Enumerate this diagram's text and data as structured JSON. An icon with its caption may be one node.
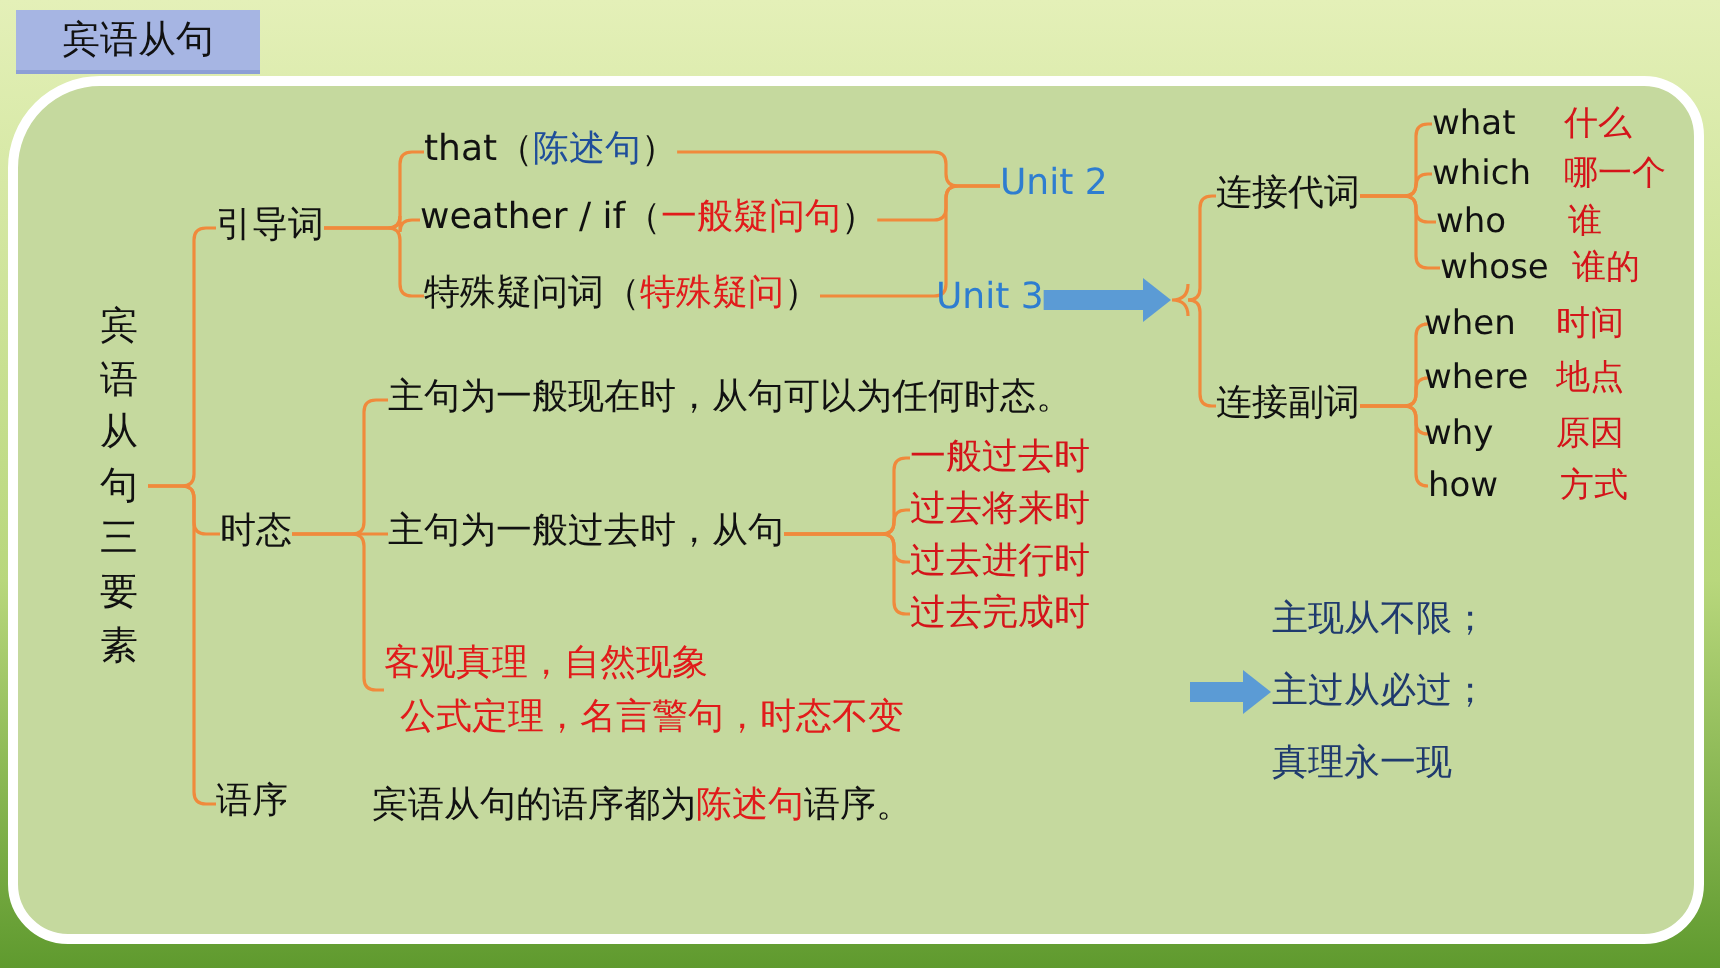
{
  "diagram": {
    "title": "宾语从句",
    "nodes": [
      {
        "text": [
          "宾语从句三要素"
        ]
      },
      {
        "text": [
          "引导词"
        ]
      },
      {
        "text": [
          "时态"
        ]
      },
      {
        "text": [
          "语序"
        ]
      },
      {
        "text": [
          "that（**陈述句**）"
        ]
      },
      {
        "text": [
          "weather / if（**一般疑问句**）"
        ]
      },
      {
        "text": [
          "特殊疑问词（**特殊疑问**）"
        ]
      },
      {
        "text": [
          "Unit 2"
        ]
      },
      {
        "text": [
          "Unit 3"
        ]
      },
      {
        "text": [
          "连接代词"
        ]
      },
      {
        "text": [
          "连接副词"
        ]
      },
      {
        "text": [
          "what",
          "什么"
        ]
      },
      {
        "text": [
          "which",
          "哪一个"
        ]
      },
      {
        "text": [
          "who",
          "谁"
        ]
      },
      {
        "text": [
          "whose",
          "谁的"
        ]
      },
      {
        "text": [
          "when",
          "时间"
        ]
      },
      {
        "text": [
          "where",
          "地点"
        ]
      },
      {
        "text": [
          "why",
          "原因"
        ]
      },
      {
        "text": [
          "how",
          "方式"
        ]
      },
      {
        "text": [
          "主句为一般现在时，从句可以为任何时态。"
        ]
      },
      {
        "text": [
          "主句为一般过去时，从句"
        ]
      },
      {
        "text": [
          "一般过去时"
        ]
      },
      {
        "text": [
          "过去将来时"
        ]
      },
      {
        "text": [
          "过去进行时"
        ]
      },
      {
        "text": [
          "过去完成时"
        ]
      },
      {
        "text": [
          "客观真理，自然现象",
          "公式定理，名言警句，时态不变"
        ]
      },
      {
        "text": [
          "宾语从句的语序都为**陈述句**语序。"
        ]
      },
      {
        "text": [
          "主现从不限；",
          "主过从必过；",
          "真理永一现"
        ]
      },
      {
        "text": [],
        "shape": "brace"
      }
    ],
    "edges": [
      {
        "from": 0,
        "to": 1,
        "arrow": "none"
      },
      {
        "from": 0,
        "to": 2,
        "arrow": "none"
      },
      {
        "from": 0,
        "to": 3,
        "arrow": "none"
      },
      {
        "from": 1,
        "to": 4,
        "arrow": "none"
      },
      {
        "from": 1,
        "to": 5,
        "arrow": "none"
      },
      {
        "from": 1,
        "to": 6,
        "arrow": "none"
      },
      {
        "from": 4,
        "to": 7,
        "arrow": "none"
      },
      {
        "from": 5,
        "to": 7,
        "arrow": "none"
      },
      {
        "from": 6,
        "to": 7,
        "arrow": "none"
      },
      {
        "from": 8,
        "to": 28,
        "arrow": "to",
        "style": "thick",
        "color": "#5b9bd5"
      },
      {
        "from": 28,
        "to": 9,
        "arrow": "none"
      },
      {
        "from": 28,
        "to": 10,
        "arrow": "none"
      },
      {
        "from": 9,
        "to": 11,
        "arrow": "none"
      },
      {
        "from": 9,
        "to": 12,
        "arrow": "none"
      },
      {
        "from": 9,
        "to": 13,
        "arrow": "none"
      },
      {
        "from": 9,
        "to": 14,
        "arrow": "none"
      },
      {
        "from": 10,
        "to": 15,
        "arrow": "none"
      },
      {
        "from": 10,
        "to": 16,
        "arrow": "none"
      },
      {
        "from": 10,
        "to": 17,
        "arrow": "none"
      },
      {
        "from": 10,
        "to": 18,
        "arrow": "none"
      },
      {
        "from": 2,
        "to": 19,
        "arrow": "none"
      },
      {
        "from": 2,
        "to": 20,
        "arrow": "none"
      },
      {
        "from": 2,
        "to": 25,
        "arrow": "none"
      },
      {
        "from": 20,
        "to": 21,
        "arrow": "none"
      },
      {
        "from": 20,
        "to": 22,
        "arrow": "none"
      },
      {
        "from": 20,
        "to": 23,
        "arrow": "none"
      },
      {
        "from": 20,
        "to": 24,
        "arrow": "none"
      },
      {
        "from": null,
        "to": 27,
        "arrow": "to",
        "style": "thick",
        "color": "#5b9bd5"
      }
    ]
  }
}
